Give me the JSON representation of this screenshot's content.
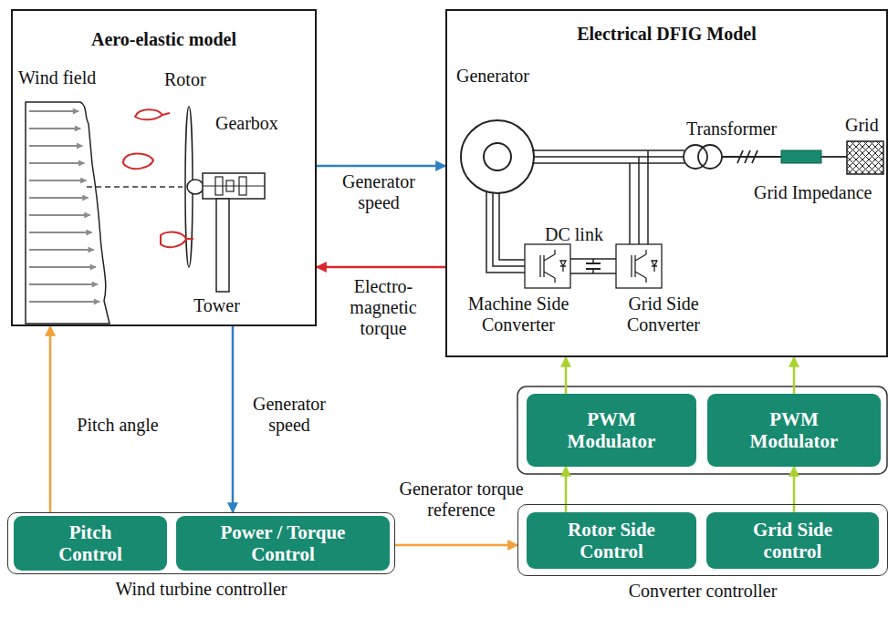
{
  "diagram": {
    "nodes": [
      {
        "text": [
          "Aero-elastic model"
        ]
      },
      {
        "text": [
          "Electrical DFIG Model"
        ]
      },
      {
        "text": [
          "Wind turbine controller"
        ]
      },
      {
        "text": [
          "Pitch Control"
        ],
        "in": 2
      },
      {
        "text": [
          "Power / Torque Control"
        ],
        "in": 2
      },
      {
        "text": [
          "Converter controller"
        ]
      },
      {
        "text": [
          "Rotor Side Control"
        ],
        "in": 5
      },
      {
        "text": [
          "Grid Side control"
        ],
        "in": 5
      },
      {
        "text": [
          "PWM Modulator"
        ]
      },
      {
        "text": [
          "PWM Modulator"
        ]
      }
    ],
    "edges": [
      {
        "from": 0,
        "to": 1,
        "arrow": "to",
        "label": "Generator speed"
      },
      {
        "from": 1,
        "to": 0,
        "arrow": "to",
        "label": "Electro- magnetic torque"
      },
      {
        "from": 0,
        "to": 2,
        "arrow": "to",
        "label": "Generator speed"
      },
      {
        "from": 2,
        "to": 0,
        "arrow": "to",
        "label": "Pitch angle"
      },
      {
        "from": 2,
        "to": 5,
        "arrow": "to",
        "label": "Generator torque reference"
      },
      {
        "from": 6,
        "to": 8,
        "arrow": "to"
      },
      {
        "from": 7,
        "to": 9,
        "arrow": "to"
      },
      {
        "from": 8,
        "to": 1,
        "arrow": "to"
      },
      {
        "from": 9,
        "to": 1,
        "arrow": "to"
      }
    ],
    "labels": [
      "Wind field",
      "Rotor",
      "Gearbox",
      "Tower",
      "Generator",
      "Transformer",
      "Grid",
      "Grid Impedance",
      "DC link",
      "Machine Side Converter",
      "Grid Side Converter"
    ]
  }
}
